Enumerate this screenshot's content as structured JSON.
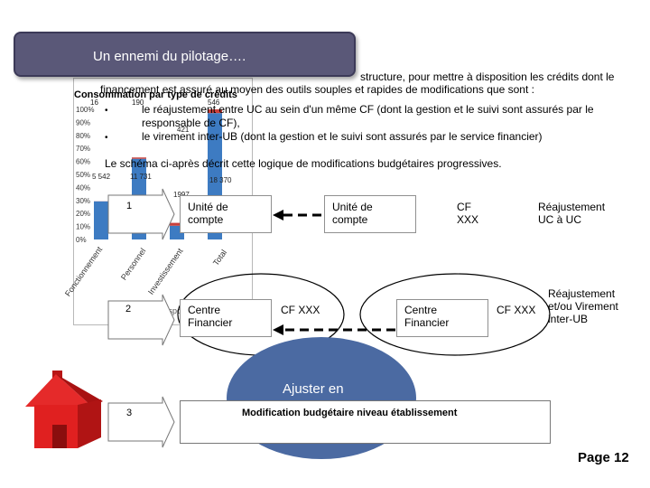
{
  "title": "Un ennemi du pilotage….",
  "background_text": {
    "line1": "structure, pour mettre à disposition les crédits dont le",
    "line2": "financement est assuré au moyen des outils souples et rapides de modifications que sont :",
    "bullet1_a": "le réajustement entre UC au sein d'un même CF (dont la gestion et le suivi sont assurés par le",
    "bullet1_b": "responsable de CF),",
    "bullet2": "le virement inter-UB (dont la gestion et le suivi sont assurés par le service financier)",
    "schema": "Le schéma ci-après décrit cette logique de modifications budgétaires progressives."
  },
  "chart_data": {
    "type": "bar",
    "title": "Consommation par type de crédits",
    "categories": [
      "Fonctionnement",
      "Personnel",
      "Investissement",
      "Total"
    ],
    "series": [
      {
        "values": [
          5542,
          11731,
          1997,
          18370
        ]
      },
      {
        "values": [
          16,
          190,
          421,
          546
        ]
      }
    ],
    "data_labels": [
      "16",
      "190",
      "421",
      "546",
      "5 542",
      "11 731",
      "1997",
      "18 370"
    ],
    "y_ticks": [
      "100%",
      "90%",
      "80%",
      "70%",
      "60%",
      "50%",
      "40%",
      "30%",
      "20%",
      "10%",
      "0%"
    ],
    "stacked_percent": true,
    "colors": [
      "#3d7bc2",
      "#c9403c"
    ],
    "partial_text": "Dispo"
  },
  "diagram": {
    "row1": {
      "step": "1",
      "box1": [
        "Unité de",
        "compte"
      ],
      "box2": [
        "Unité de",
        "compte"
      ],
      "cf": [
        "CF",
        "XXX"
      ],
      "label": [
        "Réajustement",
        "UC à UC"
      ]
    },
    "row2": {
      "step": "2",
      "box1": [
        "Centre",
        "Financier"
      ],
      "cf1": "CF XXX",
      "box2": [
        "Centre",
        "Financier"
      ],
      "cf2": "CF XXX",
      "label": [
        "Réajustement",
        "et/ou Virement",
        "inter-UB"
      ]
    },
    "row3": {
      "step": "3",
      "adjust": "Ajuster en",
      "bar": "Modification budgétaire niveau établissement"
    }
  },
  "page": "Page 12",
  "colors": {
    "title_bg": "#5a5878",
    "circle": "#4b6aa2",
    "house": "#e02020"
  }
}
